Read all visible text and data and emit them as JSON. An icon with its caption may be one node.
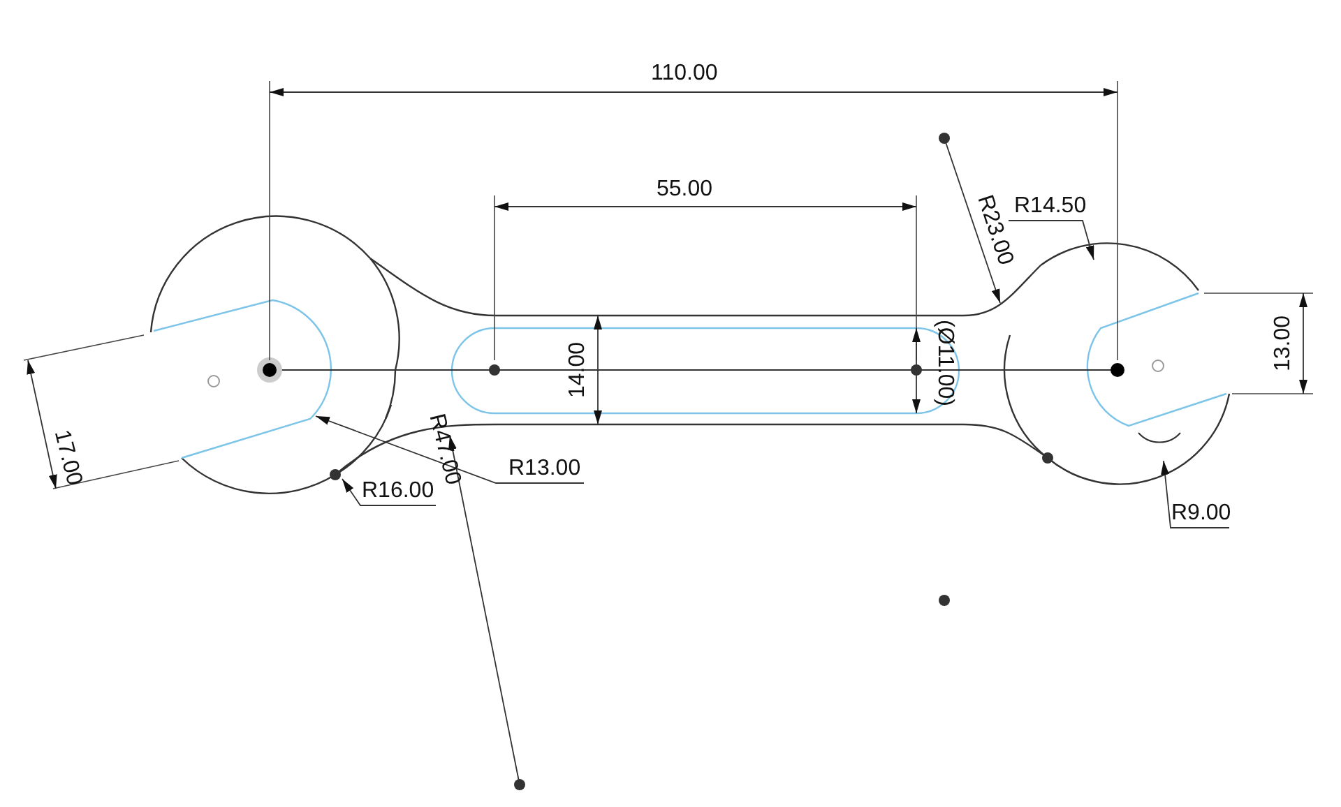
{
  "diagram": {
    "labels": [
      "110.00",
      "55.00",
      "R14.50",
      "R23.00",
      "13.00",
      "(Ø11.00)",
      "14.00",
      "R47.00",
      "17.00",
      "R13.00",
      "R16.00",
      "R9.00"
    ]
  }
}
